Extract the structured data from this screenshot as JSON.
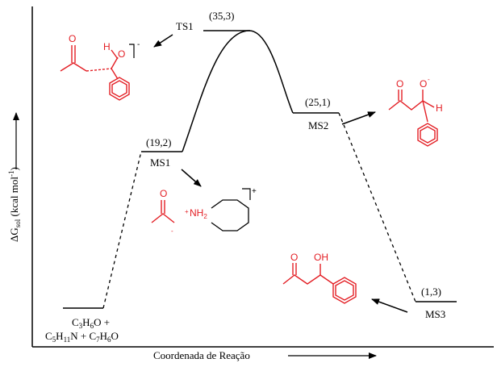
{
  "diagram": {
    "ylabel": {
      "delta": "ΔG",
      "sub": "sol",
      "unit_pre": " (kcal mol",
      "unit_sup": "-1",
      "unit_post": ")"
    },
    "xlabel": "Coordenada de Reação",
    "states": {
      "reactants": {
        "line1": {
          "a": "C",
          "b": "3",
          "c": "H",
          "d": "6",
          "e": "O +"
        },
        "line2": {
          "a": "C",
          "b": "5",
          "c": "H",
          "d": "11",
          "e": "N + C",
          "f": "7",
          "g": "H",
          "h": "6",
          "i": "O"
        }
      },
      "ms1": {
        "name": "MS1",
        "value": "(19,2)"
      },
      "ts1": {
        "name": "TS1",
        "value": "(35,3)"
      },
      "ms2": {
        "name": "MS2",
        "value": "(25,1)"
      },
      "ms3": {
        "name": "MS3",
        "value": "(1,3)"
      }
    },
    "molecules": {
      "ts1": {
        "o_carbonyl": "O",
        "h": "H",
        "o_alkoxide": "O",
        "charge": "-"
      },
      "ms1": {
        "enolate_charge": "-",
        "plus": "+",
        "nh2": "NH",
        "nh2_sub": "2",
        "charge": "+"
      },
      "ms2": {
        "o_carbonyl": "O",
        "o_alkoxide": "O",
        "charge": "-",
        "h": "H"
      },
      "ms3": {
        "o_carbonyl": "O",
        "oh": "OH"
      }
    },
    "colors": {
      "molecule": "#e31e24",
      "lines": "#000000"
    }
  }
}
